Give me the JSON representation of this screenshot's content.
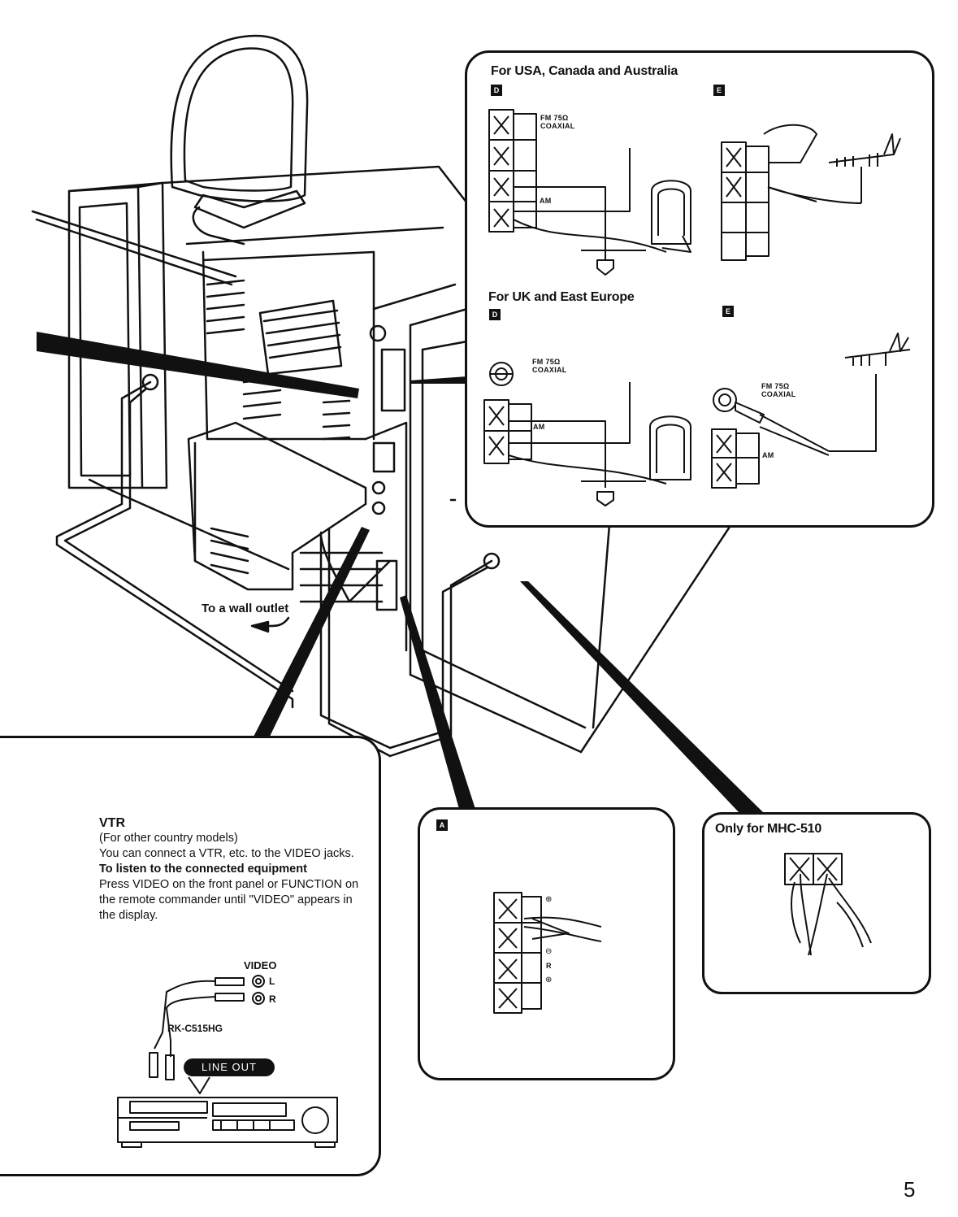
{
  "usa_panel": {
    "heading": "For USA, Canada and Australia",
    "badge_left": "D",
    "badge_right": "E",
    "label_fm": "FM 75Ω COAXIAL",
    "label_am": "AM"
  },
  "uk_panel": {
    "heading": "For UK and East Europe",
    "badge_left": "D",
    "badge_right": "E",
    "label_fm_left": "FM 75Ω COAXIAL",
    "label_fm_right": "FM 75Ω COAXIAL",
    "label_am_left": "AM",
    "label_am_right": "AM"
  },
  "wall_outlet": "To a wall outlet",
  "vtr": {
    "title": "VTR",
    "subtitle": "(For other country models)",
    "text1": "You can connect a VTR, etc. to the VIDEO jacks.",
    "bold_heading": "To listen to the connected equipment",
    "text2": "Press VIDEO on the front panel or FUNCTION on the remote commander until \"VIDEO\" appears in the display.",
    "video_label": "VIDEO",
    "l_label": "L",
    "r_label": "R",
    "cable": "RK-C515HG",
    "line_out": "LINE OUT"
  },
  "speaker_panel": {
    "badge": "A",
    "plus": "⊕",
    "minus": "⊖",
    "r": "R"
  },
  "mhc_panel": {
    "heading": "Only for MHC-510"
  },
  "page_number": "5"
}
